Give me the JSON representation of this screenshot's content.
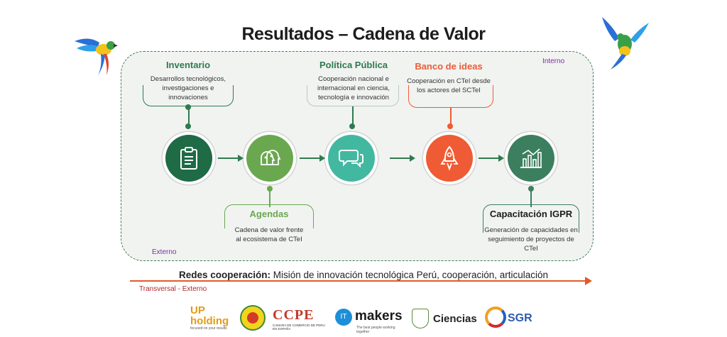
{
  "title": "Resultados – Cadena de Valor",
  "labels": {
    "interno": "Interno",
    "externo": "Externo",
    "transversal": "Transversal - Externo"
  },
  "inventario": {
    "title": "Inventario",
    "text": "Desarrollos tecnológicos, investigaciones e innovaciones"
  },
  "agendas": {
    "title": "Agendas",
    "text": "Cadena de valor frente al ecosistema de CTeI"
  },
  "politica": {
    "title": "Política Pública",
    "text": "Cooperación nacional e internacional en ciencia, tecnología e innovación"
  },
  "banco": {
    "title": "Banco de ideas",
    "text": "Cooperación en CTeI desde los actores del SCTeI"
  },
  "capacitacion": {
    "title": "Capacitación IGPR",
    "text": "Generación de capacidades en seguimiento de proyectos de CTeI"
  },
  "redes": {
    "label": "Redes cooperación:",
    "text": " Misión de innovación tecnológica Perú, cooperación, articulación"
  },
  "logos": {
    "upholding": "UP holding",
    "upholding_tagline": "focused on your results",
    "ccpe": "CCPE",
    "ccpe_sub": "CAMARA DE COMERCIO DE PERU EN ESPAÑA",
    "itmakers_it": "IT",
    "itmakers": "makers",
    "itmakers_sub": "The best people working together",
    "ciencias": "Ciencias",
    "sgr": "SGR"
  },
  "icons": [
    "parrot-left",
    "parrot-right",
    "clipboard-icon",
    "heads-icon",
    "speech-bubbles-icon",
    "rocket-icon",
    "bar-chart-icon"
  ],
  "colors": {
    "dark_green": "#1e6b46",
    "mid_green": "#6aa84f",
    "teal": "#43b8a0",
    "orange": "#ef5b34",
    "slate_green": "#3c7f5f",
    "red_arrow": "#e25a2a",
    "purple_tag": "#7a2fa0"
  }
}
